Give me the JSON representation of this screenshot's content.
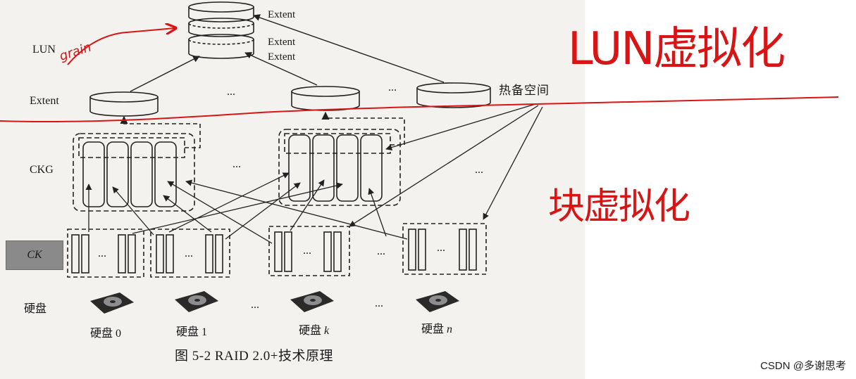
{
  "figure": {
    "caption": "图 5-2   RAID 2.0+技术原理",
    "layer_labels": {
      "lun": "LUN",
      "extent": "Extent",
      "ckg": "CKG",
      "ck": "CK",
      "disk": "硬盘"
    },
    "extent_labels": [
      "Extent",
      "Extent",
      "Extent"
    ],
    "hot_spare_label": "热备空间",
    "ellipsis": "...",
    "disks": [
      {
        "label_prefix": "硬盘",
        "index": "0"
      },
      {
        "label_prefix": "硬盘",
        "index": "1"
      },
      {
        "label_prefix": "硬盘",
        "index": "k"
      },
      {
        "label_prefix": "硬盘",
        "index": "n"
      }
    ]
  },
  "annotations": {
    "top_handwriting": "LUN虚拟化",
    "bottom_handwriting": "块虚拟化",
    "arrow_handwriting": "grain",
    "color": "#d81414"
  },
  "watermark": "CSDN @多谢思考"
}
